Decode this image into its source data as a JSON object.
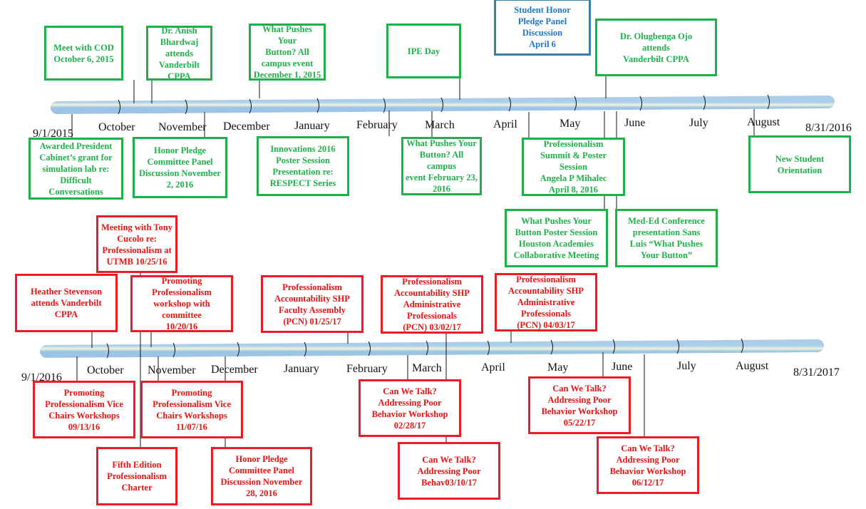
{
  "colors": {
    "green": "#1fb04a",
    "blue": "#1e78c8",
    "red": "#ec1c24"
  },
  "timeline_2016": {
    "start": "9/1/2015",
    "end": "8/31/2016",
    "months": [
      "October",
      "November",
      "December",
      "January",
      "February",
      "March",
      "April",
      "May",
      "June",
      "July",
      "August"
    ],
    "events": [
      "Meet with COD\nOctober 6, 2015",
      "Dr. Anish\nBhardwaj attends\nVanderbilt CPPA",
      "What Pushes Your\nButton? All\ncampus event\nDecember 1, 2015",
      "IPE Day",
      "Student Honor\nPledge Panel\nDiscussion\nApril 6",
      "Dr. Olugbenga Ojo\nattends\nVanderbilt CPPA",
      "Awarded President\nCabinet’s grant for\nsimulation lab re:\nDifficult\nConversations",
      "Honor Pledge\nCommittee Panel\nDiscussion November\n2, 2016",
      "Innovations 2016\nPoster Session\nPresentation re:\nRESPECT Series",
      "What Pushes Your\nButton?  All campus\nevent February 23,\n2016",
      "Professionalism\nSummit & Poster\nSession\nAngela P Mihalec\nApril 8, 2016",
      "What Pushes Your\nButton Poster Session\nHouston Academies\nCollaborative Meeting",
      "Med-Ed Conference\npresentation Sans\nLuis “What Pushes\nYour Button”",
      "New Student\nOrientation"
    ]
  },
  "timeline_2017": {
    "start": "9/1/2016",
    "end": "8/31/2017",
    "months": [
      "October",
      "November",
      "December",
      "January",
      "February",
      "March",
      "April",
      "May",
      "June",
      "July",
      "August"
    ],
    "events": [
      "Meeting with Tony\nCucolo re:\nProfessionalism at\nUTMB 10/25/16",
      "Heather Stevenson\nattends Vanderbilt\nCPPA",
      "Promoting\nProfessionalism\nworkshop with\ncommittee\n10/20/16",
      "Professionalism\nAccountability SHP\nFaculty Assembly\n(PCN) 01/25/17",
      "Professionalism\nAccountability SHP\nAdministrative\nProfessionals\n(PCN) 03/02/17",
      "Professionalism\nAccountability SHP\nAdministrative\nProfessionals\n(PCN) 04/03/17",
      "Promoting\nProfessionalism Vice\nChairs Workshops\n09/13/16",
      "Promoting\nProfessionalism Vice\nChairs Workshops\n11/07/16",
      "Fifth Edition\nProfessionalism\nCharter",
      "Honor Pledge\nCommittee Panel\nDiscussion November\n28, 2016",
      "Can We Talk?\nAddressing Poor\nBehavior Workshop\n02/28/17",
      "Can We Talk?\nAddressing Poor\nBehav03/10/17",
      "Can We Talk?\nAddressing Poor\nBehavior Workshop\n05/22/17",
      "Can We Talk?\nAddressing Poor\nBehavior Workshop\n06/12/17"
    ]
  }
}
